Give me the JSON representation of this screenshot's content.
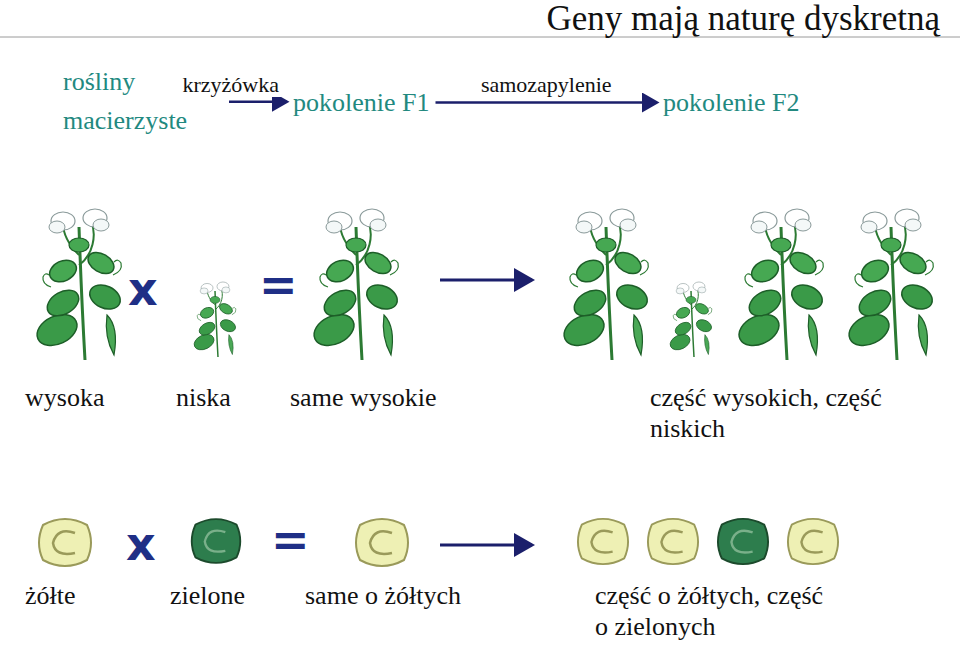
{
  "diagram": {
    "title": "Geny mają naturę dyskretną",
    "nodes": [
      {
        "text": [
          "rośliny macierzyste"
        ]
      },
      {
        "text": [
          "pokolenie F1"
        ]
      },
      {
        "text": [
          "pokolenie F2"
        ]
      }
    ],
    "edges": [
      {
        "from": 0,
        "to": 1,
        "label": "krzyżówka",
        "arrow": "to"
      },
      {
        "from": 1,
        "to": 2,
        "label": "samozapylenie",
        "arrow": "to"
      }
    ],
    "labels": [
      "x",
      "=",
      "wysoka",
      "niska",
      "same wysokie",
      "część wysokich, część niskich",
      "x",
      "=",
      "żółte",
      "zielone",
      "same o żółtych",
      "część o żółtych, część o zielonych"
    ]
  }
}
